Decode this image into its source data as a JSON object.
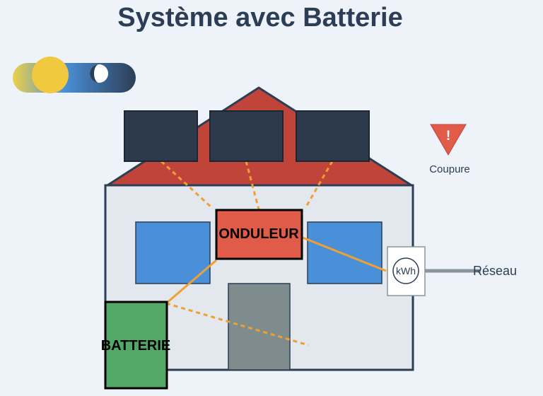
{
  "title": "Système avec Batterie",
  "labels": {
    "inverter": "ONDULEUR",
    "battery": "BATTERIE",
    "meter": "kWh",
    "grid": "Réseau",
    "outage": "Coupure",
    "outage_symbol": "!"
  },
  "icons": {
    "toggle_sun": "sun-icon",
    "toggle_moon": "moon-icon",
    "warning": "warning-triangle-icon"
  },
  "colors": {
    "background": "#edf3f8",
    "roof": "#c0443a",
    "house_wall": "#e3e8ef",
    "outline": "#2c3e55",
    "solar_panel": "#2d3a4c",
    "window": "#4a90d9",
    "door": "#7f8c8d",
    "inverter": "#e05b48",
    "battery": "#53a868",
    "wire": "#f0a030",
    "grid_line": "#8a959e",
    "sun": "#f0c93e",
    "warning": "#e05b48"
  }
}
